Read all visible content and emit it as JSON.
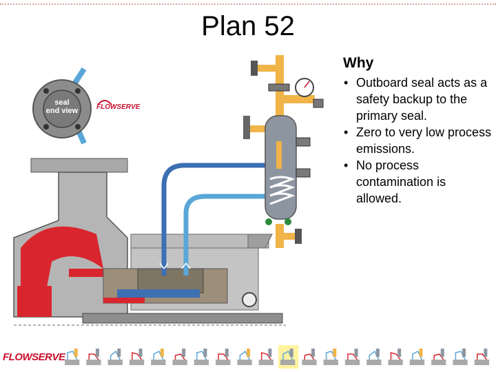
{
  "slide": {
    "title": "Plan 52",
    "why_heading": "Why",
    "reasons": [
      "Outboard seal acts as a safety backup to the primary seal.",
      "Zero to very low process emissions.",
      "No process contamination is allowed."
    ]
  },
  "diagram": {
    "seal_label_line1": "seal",
    "seal_label_line2": "end view",
    "brand_mark": "FLOWSERVE"
  },
  "footer": {
    "logo_text": "FLOWSERVE",
    "plan_thumbnail_count": 20,
    "highlighted_thumbnail_index": 10
  },
  "colors": {
    "process_red": "#d9262e",
    "barrier_blue": "#5aa6d8",
    "pipe_orange": "#f0b448",
    "casing_gray": "#a9a9a9",
    "brand_red": "#c8102e",
    "highlight_yellow": "#fff3a0"
  }
}
